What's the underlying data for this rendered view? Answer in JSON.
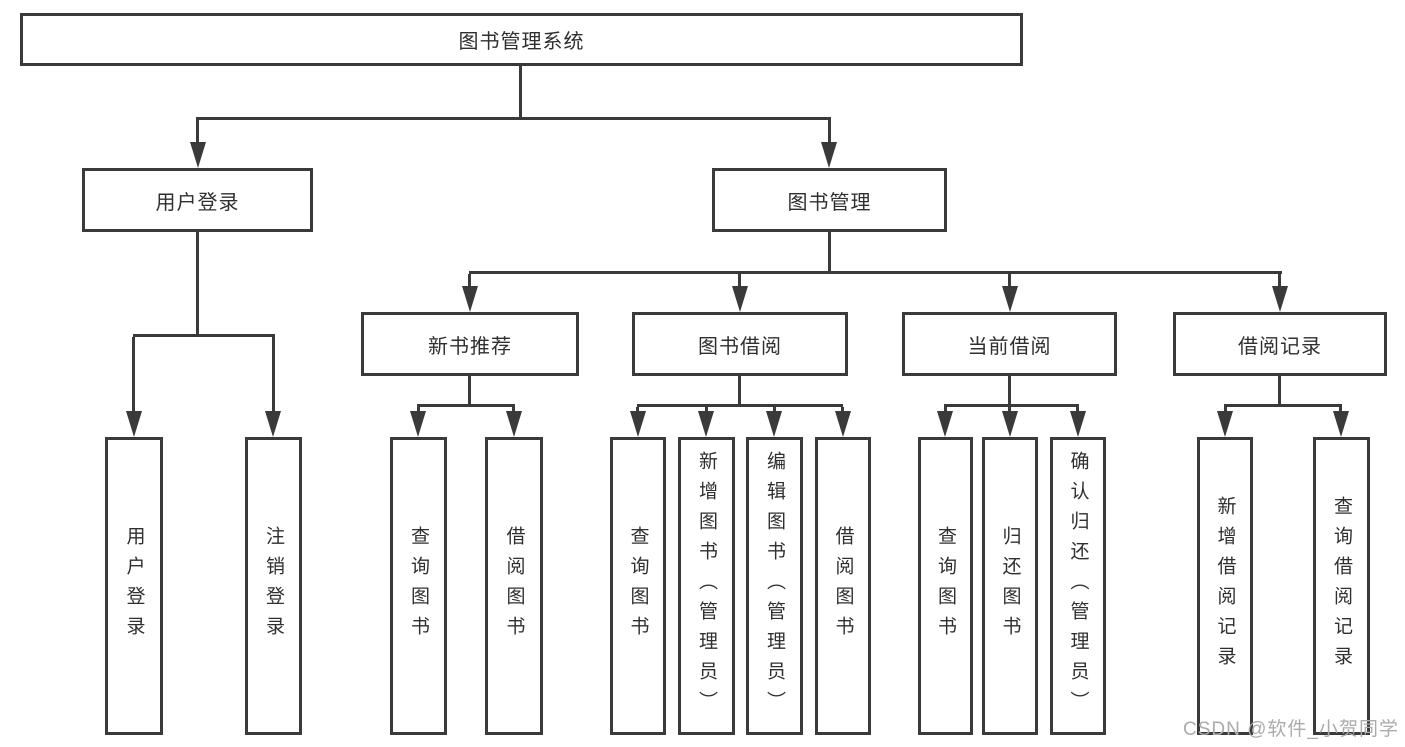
{
  "diagram": {
    "root": {
      "label": "图书管理系统"
    },
    "level2": [
      {
        "label": "用户登录"
      },
      {
        "label": "图书管理"
      }
    ],
    "level3": [
      {
        "label": "新书推荐"
      },
      {
        "label": "图书借阅"
      },
      {
        "label": "当前借阅"
      },
      {
        "label": "借阅记录"
      }
    ],
    "leaves": [
      {
        "label": "用户登录"
      },
      {
        "label": "注销登录"
      },
      {
        "label": "查询图书"
      },
      {
        "label": "借阅图书"
      },
      {
        "label": "查询图书"
      },
      {
        "label": "新增图书（管理员）"
      },
      {
        "label": "编辑图书（管理员）"
      },
      {
        "label": "借阅图书"
      },
      {
        "label": "查询图书"
      },
      {
        "label": "归还图书"
      },
      {
        "label": "确认归还（管理员）"
      },
      {
        "label": "新增借阅记录"
      },
      {
        "label": "查询借阅记录"
      }
    ]
  },
  "watermark": {
    "text": "CSDN @软件_小贺同学"
  },
  "colors": {
    "line": "#3a3a3a",
    "text": "#2f2f2f",
    "background": "#ffffff",
    "watermark": "#ababab"
  }
}
